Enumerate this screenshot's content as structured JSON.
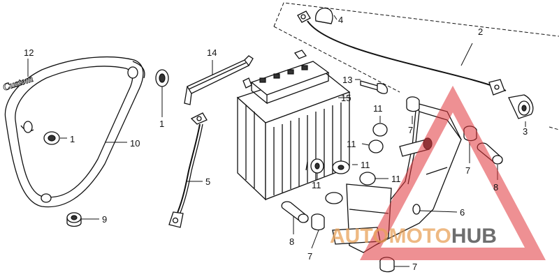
{
  "diagram": {
    "callouts": [
      {
        "id": "c1a",
        "text": "1"
      },
      {
        "id": "c1b",
        "text": "1"
      },
      {
        "id": "c2",
        "text": "2"
      },
      {
        "id": "c3",
        "text": "3"
      },
      {
        "id": "c4",
        "text": "4"
      },
      {
        "id": "c5",
        "text": "5"
      },
      {
        "id": "c6",
        "text": "6"
      },
      {
        "id": "c7a",
        "text": "7"
      },
      {
        "id": "c7b",
        "text": "7"
      },
      {
        "id": "c7c",
        "text": "7"
      },
      {
        "id": "c7d",
        "text": "7"
      },
      {
        "id": "c8a",
        "text": "8"
      },
      {
        "id": "c8b",
        "text": "8"
      },
      {
        "id": "c9",
        "text": "9"
      },
      {
        "id": "c10",
        "text": "10"
      },
      {
        "id": "c11a",
        "text": "11"
      },
      {
        "id": "c11b",
        "text": "11"
      },
      {
        "id": "c11c",
        "text": "11"
      },
      {
        "id": "c11d",
        "text": "11"
      },
      {
        "id": "c11e",
        "text": "11"
      },
      {
        "id": "c12",
        "text": "12"
      },
      {
        "id": "c13",
        "text": "13"
      },
      {
        "id": "c14",
        "text": "14"
      },
      {
        "id": "c15",
        "text": "15"
      }
    ],
    "emblem_text": "Custom"
  },
  "watermark": {
    "part1": "AUTO",
    "part2": "MOTO",
    "part3": "HUB",
    "triangle_color": "#e0343a",
    "text_color_light": "#e8a15a",
    "text_color_dark": "#555555"
  }
}
